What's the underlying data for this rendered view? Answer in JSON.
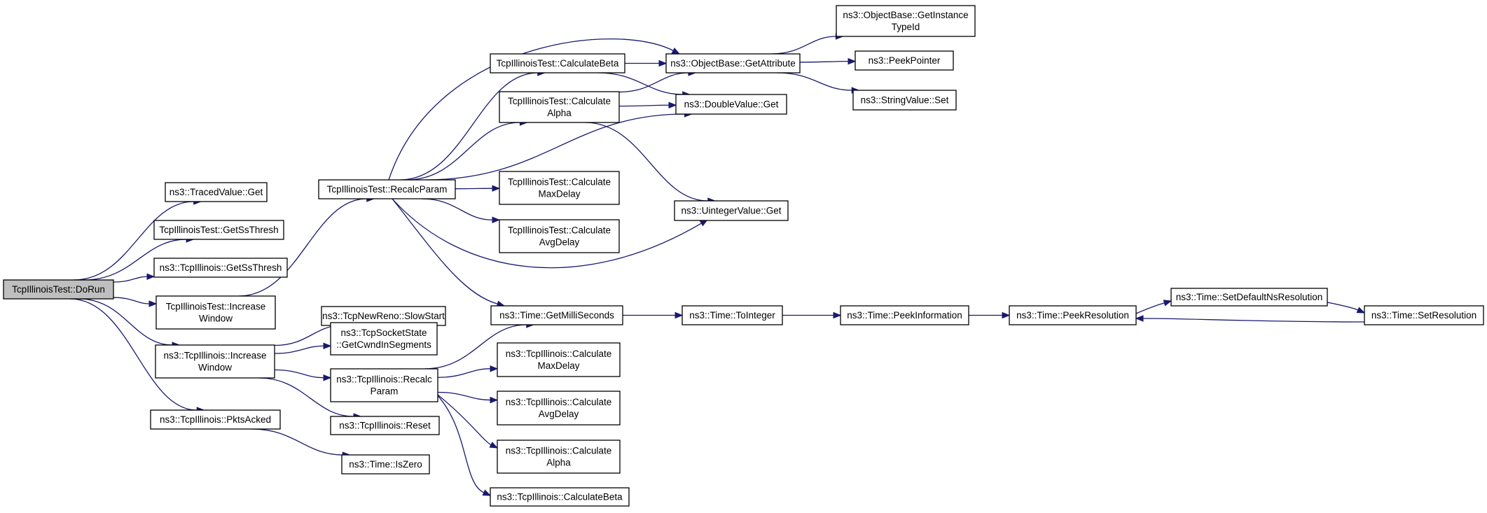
{
  "colors": {
    "edge": "#191970",
    "root_fill": "#bfbfbf",
    "node_fill": "#ffffff",
    "node_border": "#000000"
  },
  "nodes": [
    {
      "id": "doRun",
      "lines": [
        "TcpIllinoisTest::DoRun"
      ],
      "root": true
    },
    {
      "id": "tracedGet",
      "lines": [
        "ns3::TracedValue::Get"
      ]
    },
    {
      "id": "testGetSsThresh",
      "lines": [
        "TcpIllinoisTest::GetSsThresh"
      ]
    },
    {
      "id": "illGetSsThresh",
      "lines": [
        "ns3::TcpIllinois::GetSsThresh"
      ]
    },
    {
      "id": "testIncWin",
      "lines": [
        "TcpIllinoisTest::Increase",
        "Window"
      ]
    },
    {
      "id": "illIncWin",
      "lines": [
        "ns3::TcpIllinois::Increase",
        "Window"
      ]
    },
    {
      "id": "illPkts",
      "lines": [
        "ns3::TcpIllinois::PktsAcked"
      ]
    },
    {
      "id": "testRecalc",
      "lines": [
        "TcpIllinoisTest::RecalcParam"
      ]
    },
    {
      "id": "newRenoSlow",
      "lines": [
        "ns3::TcpNewReno::SlowStart"
      ]
    },
    {
      "id": "socketCwnd",
      "lines": [
        "ns3::TcpSocketState",
        "::GetCwndInSegments"
      ]
    },
    {
      "id": "illRecalc",
      "lines": [
        "ns3::TcpIllinois::Recalc",
        "Param"
      ]
    },
    {
      "id": "illReset",
      "lines": [
        "ns3::TcpIllinois::Reset"
      ]
    },
    {
      "id": "isZero",
      "lines": [
        "ns3::Time::IsZero"
      ]
    },
    {
      "id": "testCalcBeta",
      "lines": [
        "TcpIllinoisTest::CalculateBeta"
      ]
    },
    {
      "id": "testCalcAlpha",
      "lines": [
        "TcpIllinoisTest::Calculate",
        "Alpha"
      ]
    },
    {
      "id": "testCalcMaxDelay",
      "lines": [
        "TcpIllinoisTest::Calculate",
        "MaxDelay"
      ]
    },
    {
      "id": "testCalcAvgDelay",
      "lines": [
        "TcpIllinoisTest::Calculate",
        "AvgDelay"
      ]
    },
    {
      "id": "getMilli",
      "lines": [
        "ns3::Time::GetMilliSeconds"
      ]
    },
    {
      "id": "illCalcMaxDelay",
      "lines": [
        "ns3::TcpIllinois::Calculate",
        "MaxDelay"
      ]
    },
    {
      "id": "illCalcAvgDelay",
      "lines": [
        "ns3::TcpIllinois::Calculate",
        "AvgDelay"
      ]
    },
    {
      "id": "illCalcAlpha",
      "lines": [
        "ns3::TcpIllinois::Calculate",
        "Alpha"
      ]
    },
    {
      "id": "illCalcBeta",
      "lines": [
        "ns3::TcpIllinois::CalculateBeta"
      ]
    },
    {
      "id": "getAttr",
      "lines": [
        "ns3::ObjectBase::GetAttribute"
      ]
    },
    {
      "id": "doubleGet",
      "lines": [
        "ns3::DoubleValue::Get"
      ]
    },
    {
      "id": "uintGet",
      "lines": [
        "ns3::UintegerValue::Get"
      ]
    },
    {
      "id": "getInst",
      "lines": [
        "ns3::ObjectBase::GetInstance",
        "TypeId"
      ]
    },
    {
      "id": "peekPtr",
      "lines": [
        "ns3::PeekPointer"
      ]
    },
    {
      "id": "strSet",
      "lines": [
        "ns3::StringValue::Set"
      ]
    },
    {
      "id": "toInt",
      "lines": [
        "ns3::Time::ToInteger"
      ]
    },
    {
      "id": "peekInfo",
      "lines": [
        "ns3::Time::PeekInformation"
      ]
    },
    {
      "id": "peekRes",
      "lines": [
        "ns3::Time::PeekResolution"
      ]
    },
    {
      "id": "setDefRes",
      "lines": [
        "ns3::Time::SetDefaultNsResolution"
      ]
    },
    {
      "id": "setRes",
      "lines": [
        "ns3::Time::SetResolution"
      ]
    }
  ],
  "edges": [
    {
      "from": "doRun",
      "to": "tracedGet"
    },
    {
      "from": "doRun",
      "to": "testGetSsThresh"
    },
    {
      "from": "doRun",
      "to": "illGetSsThresh"
    },
    {
      "from": "doRun",
      "to": "testIncWin"
    },
    {
      "from": "doRun",
      "to": "illIncWin"
    },
    {
      "from": "doRun",
      "to": "illPkts"
    },
    {
      "from": "testIncWin",
      "to": "testRecalc"
    },
    {
      "from": "testRecalc",
      "to": "testCalcBeta"
    },
    {
      "from": "testRecalc",
      "to": "testCalcAlpha"
    },
    {
      "from": "testRecalc",
      "to": "getAttr"
    },
    {
      "from": "testRecalc",
      "to": "doubleGet"
    },
    {
      "from": "testRecalc",
      "to": "testCalcMaxDelay"
    },
    {
      "from": "testRecalc",
      "to": "testCalcAvgDelay"
    },
    {
      "from": "testRecalc",
      "to": "uintGet"
    },
    {
      "from": "testRecalc",
      "to": "getMilli"
    },
    {
      "from": "testCalcBeta",
      "to": "getAttr"
    },
    {
      "from": "testCalcBeta",
      "to": "doubleGet"
    },
    {
      "from": "testCalcAlpha",
      "to": "getAttr"
    },
    {
      "from": "testCalcAlpha",
      "to": "doubleGet"
    },
    {
      "from": "testCalcAlpha",
      "to": "uintGet"
    },
    {
      "from": "getAttr",
      "to": "getInst"
    },
    {
      "from": "getAttr",
      "to": "peekPtr"
    },
    {
      "from": "getAttr",
      "to": "strSet"
    },
    {
      "from": "illIncWin",
      "to": "newRenoSlow"
    },
    {
      "from": "illIncWin",
      "to": "socketCwnd"
    },
    {
      "from": "illIncWin",
      "to": "illRecalc"
    },
    {
      "from": "illIncWin",
      "to": "illReset"
    },
    {
      "from": "illPkts",
      "to": "isZero"
    },
    {
      "from": "illRecalc",
      "to": "getMilli"
    },
    {
      "from": "illRecalc",
      "to": "illCalcMaxDelay"
    },
    {
      "from": "illRecalc",
      "to": "illCalcAvgDelay"
    },
    {
      "from": "illRecalc",
      "to": "illCalcAlpha"
    },
    {
      "from": "illRecalc",
      "to": "illCalcBeta"
    },
    {
      "from": "getMilli",
      "to": "toInt"
    },
    {
      "from": "toInt",
      "to": "peekInfo"
    },
    {
      "from": "peekInfo",
      "to": "peekRes"
    },
    {
      "from": "peekRes",
      "to": "setDefRes"
    },
    {
      "from": "setDefRes",
      "to": "setRes"
    },
    {
      "from": "setRes",
      "to": "peekRes"
    }
  ]
}
